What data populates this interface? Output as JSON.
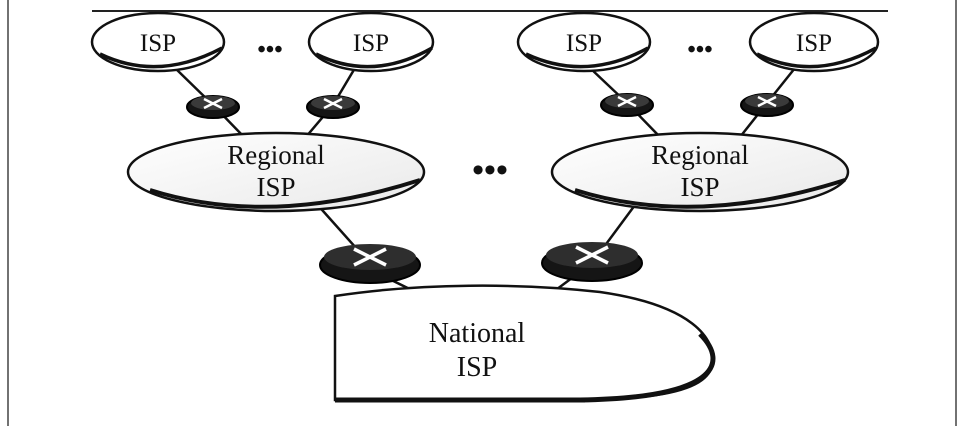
{
  "diagram": {
    "isp_left_1": "ISP",
    "isp_left_2": "ISP",
    "isp_right_1": "ISP",
    "isp_right_2": "ISP",
    "ellipsis_top_left": "•••",
    "ellipsis_top_right": "•••",
    "ellipsis_middle": "•••",
    "regional_left_line1": "Regional",
    "regional_left_line2": "ISP",
    "regional_right_line1": "Regional",
    "regional_right_line2": "ISP",
    "national_line1": "National",
    "national_line2": "ISP"
  },
  "colors": {
    "ink": "#111111",
    "router_fill": "#151515",
    "node_fill": "#ffffff"
  }
}
